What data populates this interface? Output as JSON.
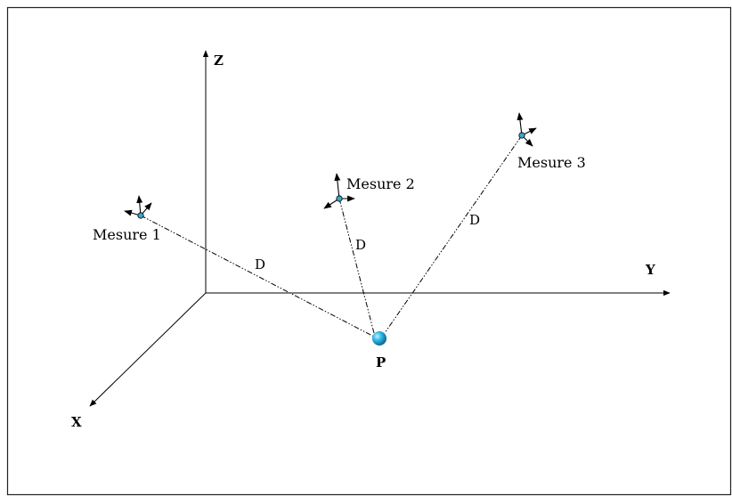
{
  "diagram": {
    "axes": {
      "x": "X",
      "y": "Y",
      "z": "Z"
    },
    "measures": [
      {
        "label": "Mesure 1"
      },
      {
        "label": "Mesure 2"
      },
      {
        "label": "Mesure 3"
      }
    ],
    "distance_label": "D",
    "point_label": "P",
    "colors": {
      "point": "#1aa7d9",
      "sensor": "#3aa6c8",
      "line": "#000000",
      "border": "#222222"
    }
  }
}
